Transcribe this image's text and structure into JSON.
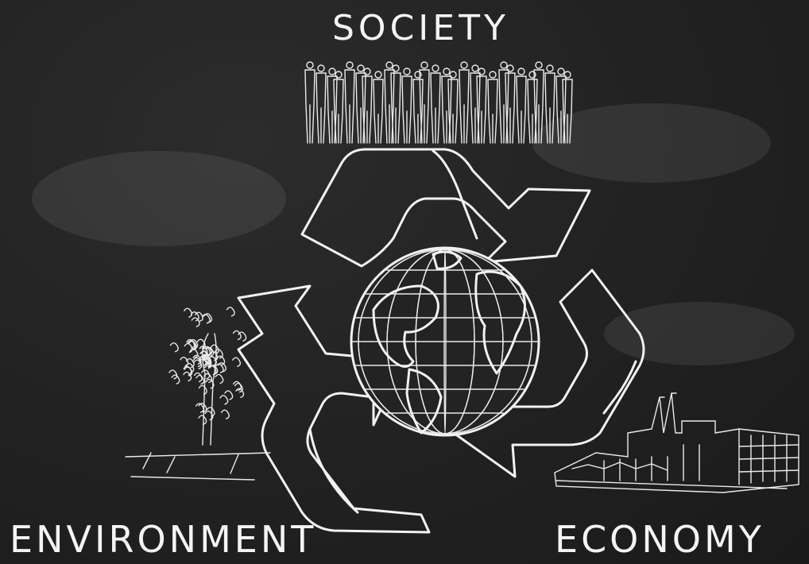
{
  "labels": {
    "top": "SOCIETY",
    "left": "ENVIRONMENT",
    "right": "ECONOMY"
  },
  "colors": {
    "board": "#232323",
    "chalk": "#f2f2f2"
  }
}
